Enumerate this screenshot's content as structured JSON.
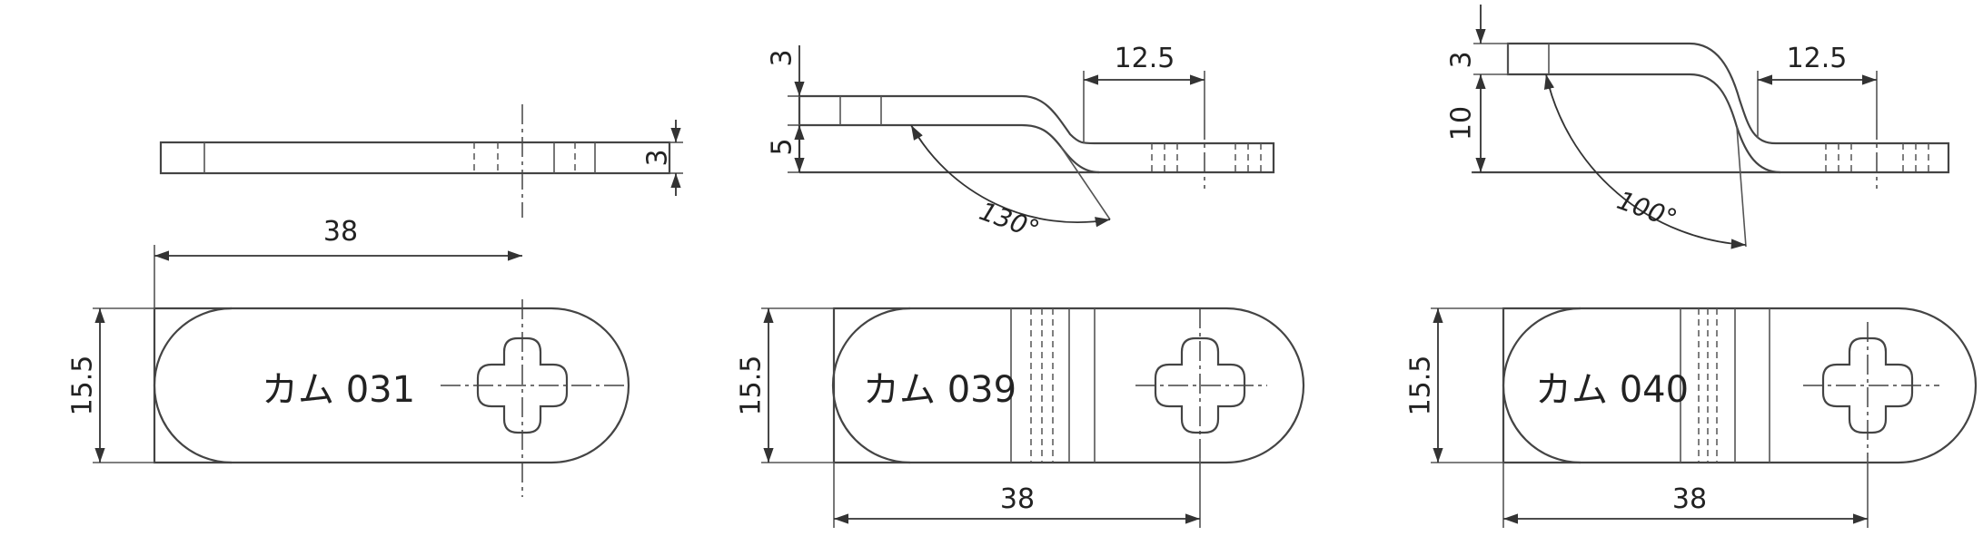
{
  "parts": [
    {
      "label": "カム 031",
      "dims": {
        "thickness": "3",
        "length": "38",
        "width": "15.5"
      }
    },
    {
      "label": "カム 039",
      "dims": {
        "thickness": "3",
        "offset": "5",
        "flat": "12.5",
        "angle": "130°",
        "width": "15.5",
        "length": "38"
      }
    },
    {
      "label": "カム 040",
      "dims": {
        "thickness": "3",
        "offset": "10",
        "flat": "12.5",
        "angle": "100°",
        "width": "15.5",
        "length": "38"
      }
    }
  ],
  "colors": {
    "line": "#444444",
    "text": "#222222",
    "background": "#ffffff"
  }
}
